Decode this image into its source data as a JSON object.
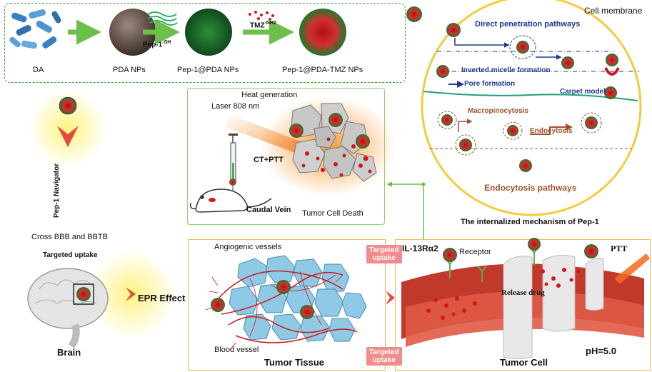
{
  "top_row": {
    "da": "DA",
    "pda": "PDA NPs",
    "pep_reagent": "Pep-1",
    "pep_reagent_sup": "-SH",
    "pep_pda": "Pep-1@PDA NPs",
    "tmz_reagent": "TMZ",
    "tmz_reagent_sup": "-NH2",
    "final": "Pep-1@PDA-TMZ NPs"
  },
  "left": {
    "navigator": "Pep-1 Navigator",
    "cross": "Cross BBB and BBTB",
    "targeted": "Targeted uptake",
    "brain": "Brain",
    "epr": "EPR Effect"
  },
  "ct_panel": {
    "heat": "Heat generation",
    "laser": "Laser 808 nm",
    "ctptt": "CT+PTT",
    "caudal": "Caudal Vein",
    "death": "Tumor Cell Death"
  },
  "circle": {
    "cell_membrane": "Cell membrane",
    "direct": "Direct penetration pathways",
    "inverted": "Inverted micelle formation",
    "pore": "Pore formation",
    "carpet": "Carpet model",
    "macro": "Macropinocytosis",
    "endocytosis": "Endocytosis",
    "endo_pathways": "Endocytosis pathways",
    "caption": "The internalized mechanism of Pep-1"
  },
  "tumor_panel": {
    "angio": "Angiogenic vessels",
    "blood": "Blood vessel",
    "title": "Tumor Tissue"
  },
  "cell_panel": {
    "tag_top_1": "Targeted",
    "tag_top_2": "uptake",
    "tag_bottom_1": "Targeted",
    "tag_bottom_2": "uptake",
    "il13": "IL-13Rα2",
    "receptor": "Receptor",
    "ptt": "PTT",
    "release": "Release drug",
    "title": "Tumor Cell",
    "ph": "pH=5.0"
  },
  "colors": {
    "arrow_green": "#6ac04a",
    "np_red": "#d01818",
    "np_green": "#1d7a2e",
    "membrane": "#c0392b",
    "tumor_cell": "#8ecae6",
    "circle_border": "#f2cc3d"
  }
}
